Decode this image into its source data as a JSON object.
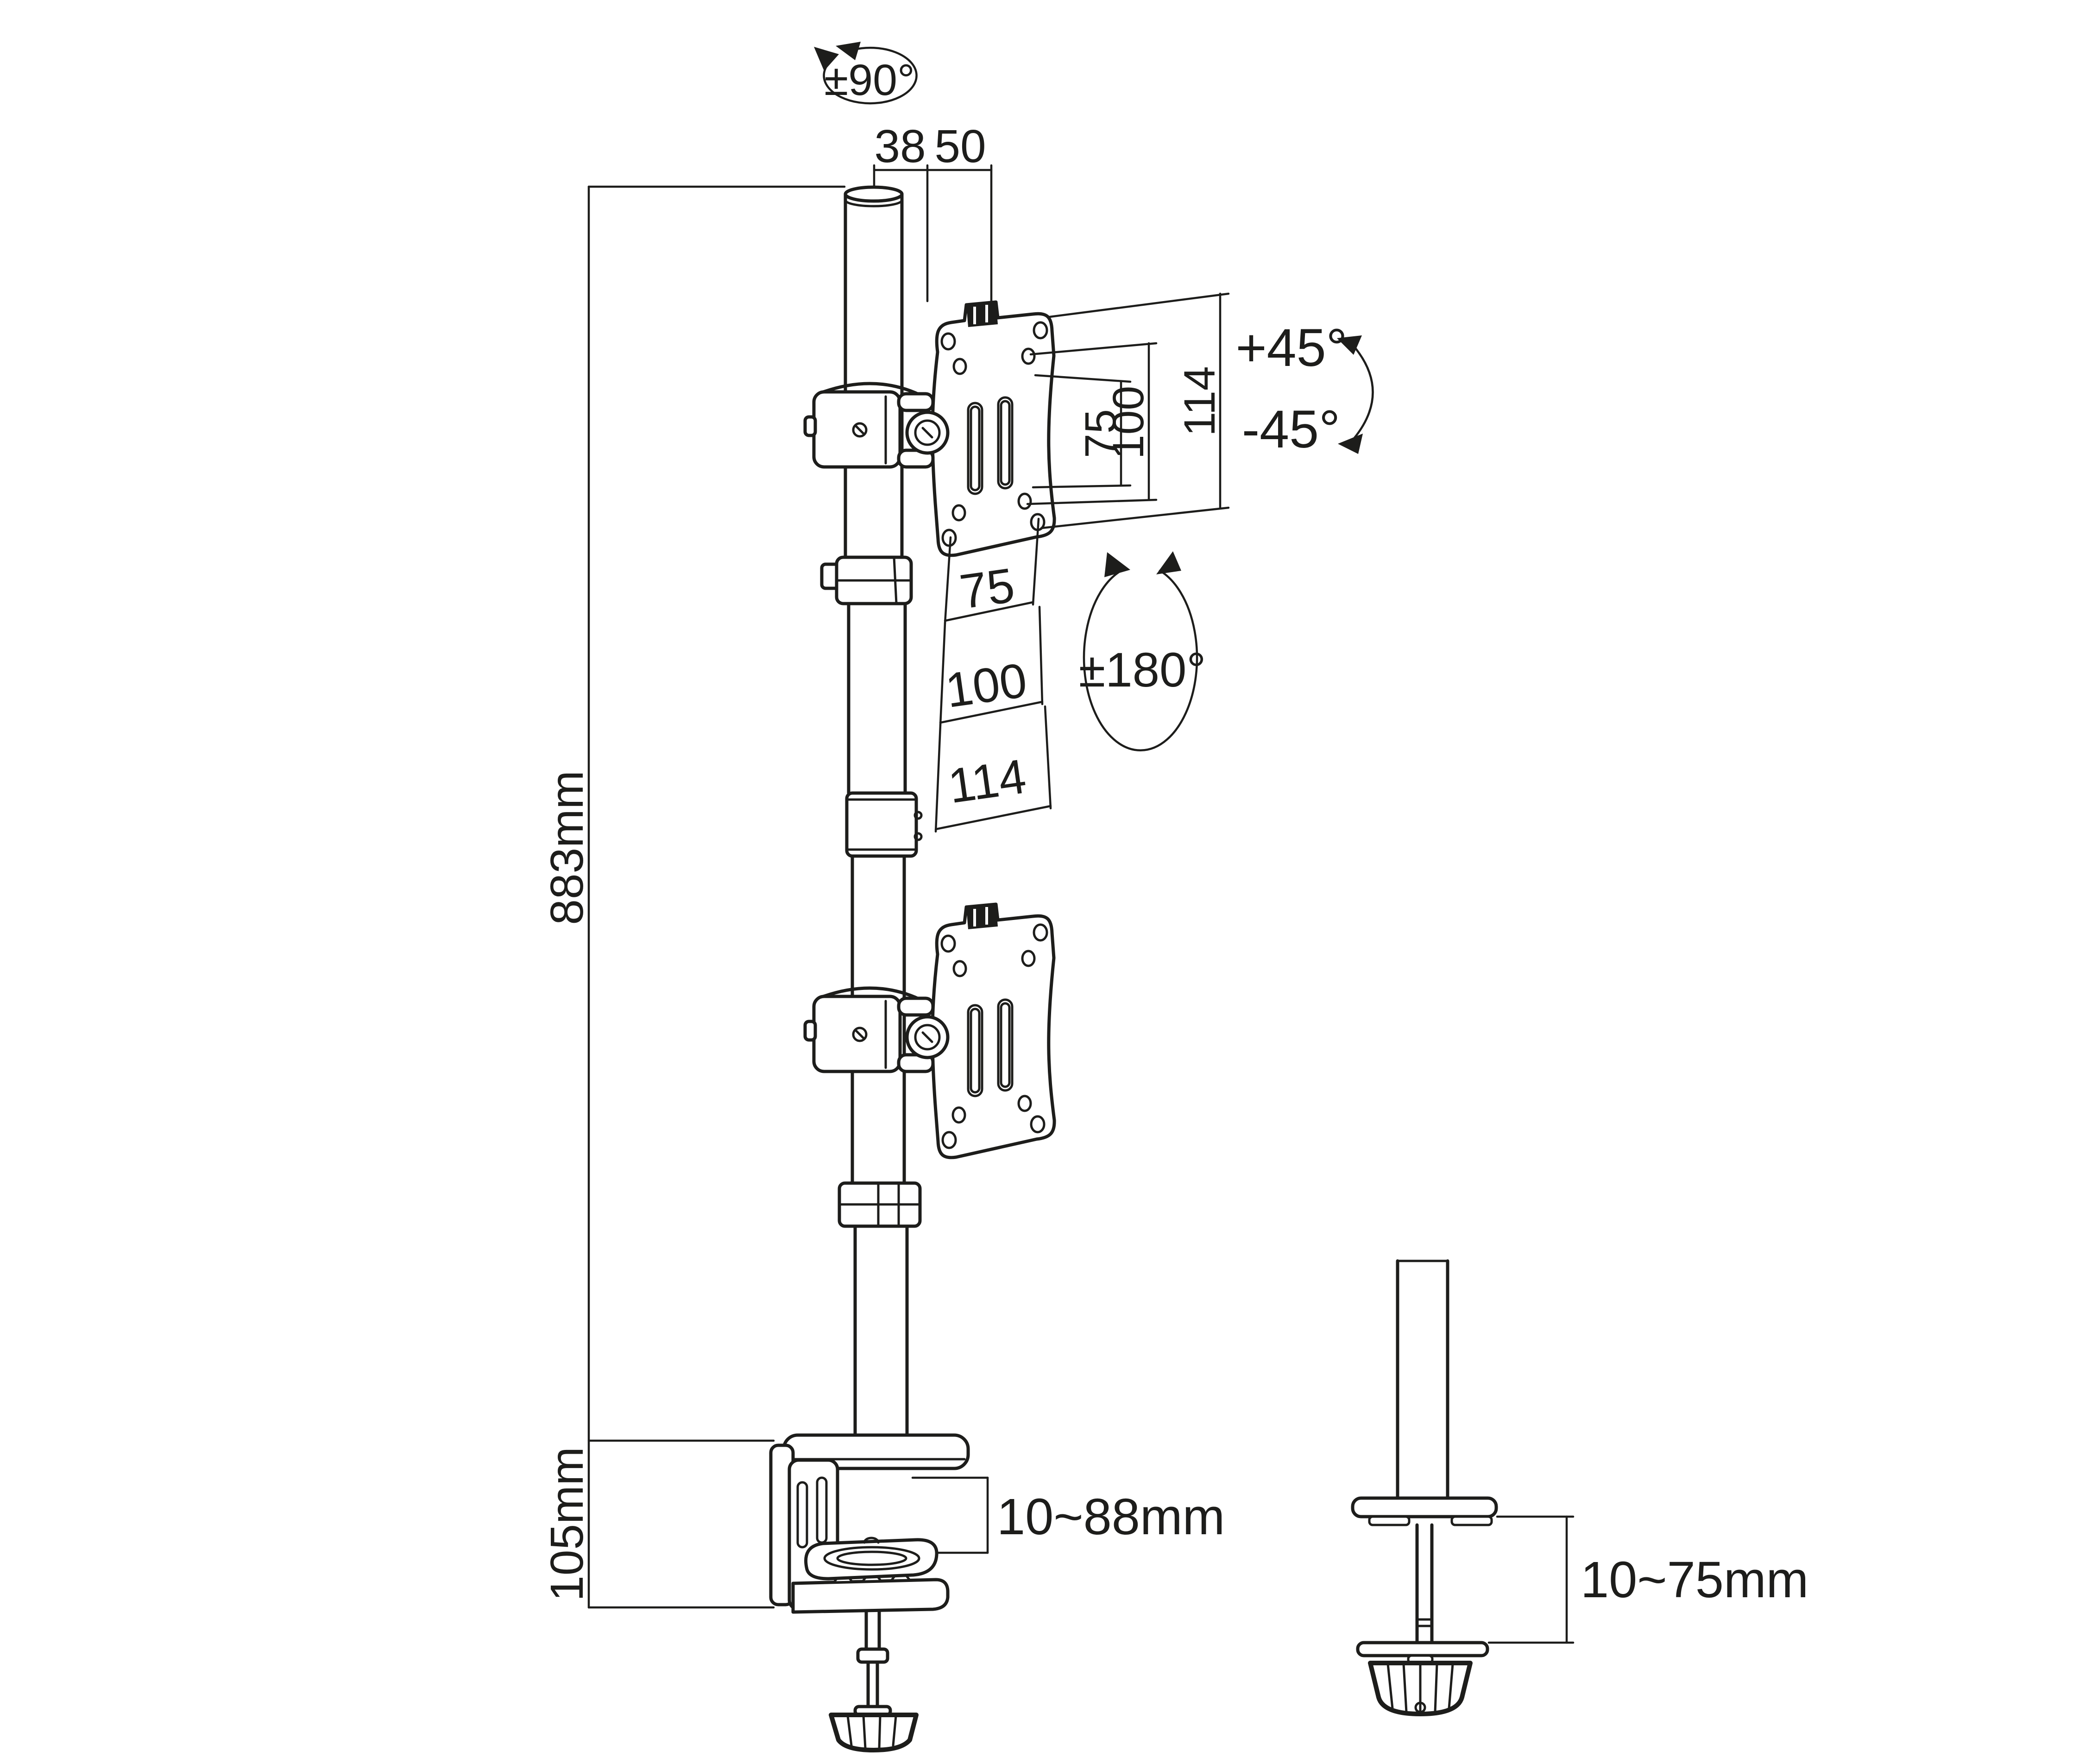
{
  "drawing": {
    "type": "technical-dimension-diagram",
    "product": "vertical-pole-dual-monitor-desk-mount",
    "colors": {
      "line": "#1d1d1b",
      "background": "#ffffff"
    },
    "labels": {
      "pole_rotation": "±90°",
      "top_offset": "38",
      "head_depth": "50",
      "tilt_up": "+45°",
      "tilt_down": "-45°",
      "vesa_rotation": "±180°",
      "vesa_vertical": [
        "75",
        "100",
        "114"
      ],
      "vesa_horizontal": [
        "75",
        "100",
        "114"
      ],
      "pole_height": "883mm",
      "clamp_height": "105mm",
      "clamp_desk_range": "10~88mm",
      "grommet_desk_range": "10~75mm"
    }
  }
}
